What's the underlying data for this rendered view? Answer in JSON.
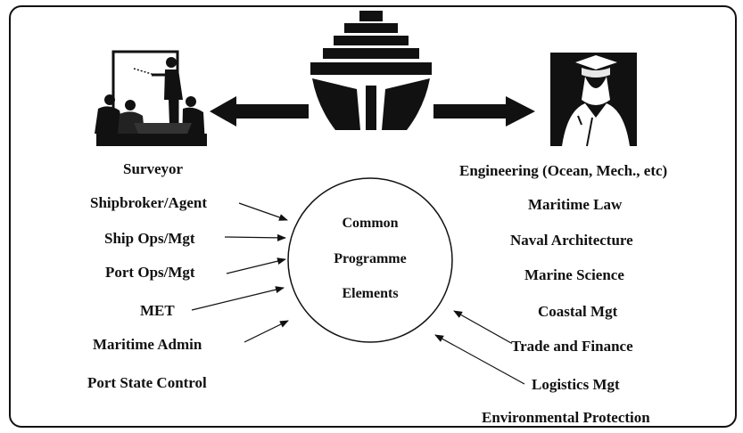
{
  "diagram": {
    "left_heading": "Surveyor",
    "right_heading": "Engineering (Ocean, Mech., etc)",
    "center": [
      "Common",
      "Programme",
      "Elements"
    ],
    "left_items": [
      "Shipbroker/Agent",
      "Ship Ops/Mgt",
      "Port Ops/Mgt",
      "MET",
      "Maritime Admin",
      "Port State Control"
    ],
    "right_items": [
      "Maritime Law",
      "Naval Architecture",
      "Marine Science",
      "Coastal Mgt",
      "Trade and Finance",
      "Logistics Mgt",
      "Environmental Protection"
    ],
    "icons": [
      "presentation-meeting-icon",
      "ship-icon",
      "graduate-silhouette-icon"
    ]
  }
}
